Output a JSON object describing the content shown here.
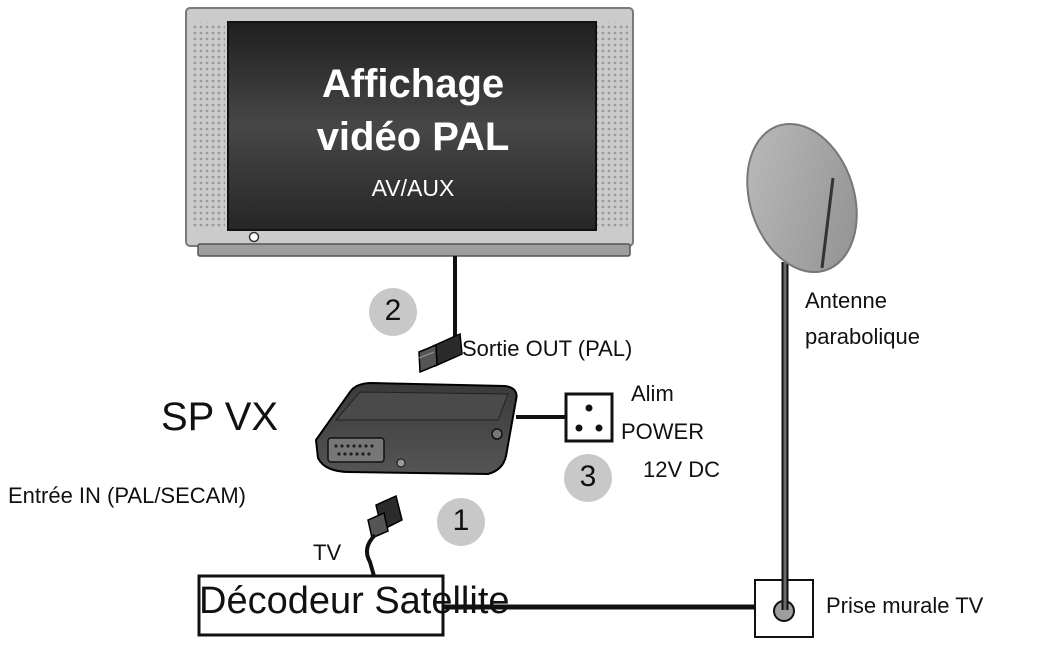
{
  "screen": {
    "title_line1": "Affichage",
    "title_line2": "vidéo PAL",
    "subtitle": "AV/AUX"
  },
  "device_name": "SP VX",
  "output_label": "Sortie OUT (PAL)",
  "input_label": "Entrée IN (PAL/SECAM)",
  "tv_label": "TV",
  "power": {
    "line1": "Alim",
    "line2": "POWER",
    "line3": "12V DC"
  },
  "decoder_label": "Décodeur Satellite",
  "antenna": {
    "line1": "Antenne",
    "line2": "parabolique"
  },
  "wall_socket_label": "Prise murale TV",
  "steps": {
    "one": "1",
    "two": "2",
    "three": "3"
  },
  "colors": {
    "bezel": "#c9c9c9",
    "screen": "#2a2a2a",
    "cable": "#111111",
    "step_circle": "#c8c8c8",
    "dish": "#a6a6a6"
  }
}
